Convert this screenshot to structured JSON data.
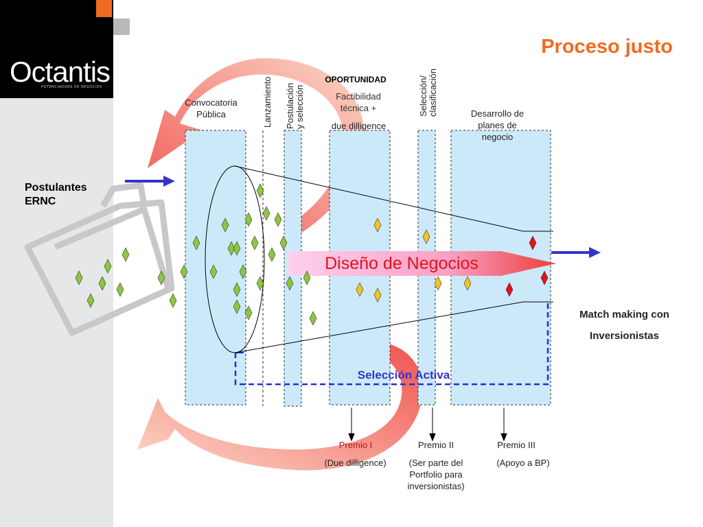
{
  "title": "Proceso justo",
  "logo": {
    "text": "Octantis",
    "subtitle": "POTENCIADORA DE NEGOCIOS"
  },
  "stages": {
    "convocatoria": "Convocatoria Pública",
    "lanzamiento": "Lanzamiento",
    "postulacion": "Postulación y selección",
    "oportunidad": "OPORTUNIDAD",
    "factibilidad": "Factibilidad técnica +",
    "due_diligence": "due dilligence",
    "seleccion_clasificacion": "Selección/ clasificación",
    "desarrollo": "Desarrollo de planes de negocio"
  },
  "postulantes": "Postulantes ERNC",
  "diseno": "Diseño de Negocios",
  "seleccion_activa": "Selección Activa",
  "match_making": "Match making con",
  "inversionistas": "Inversionistas",
  "premios": [
    {
      "title": "Premio I",
      "desc": "(Due dilligence)"
    },
    {
      "title": "Premio II",
      "desc": "(Ser parte del Portfolio para inversionistas)"
    },
    {
      "title": "Premio III",
      "desc": "(Apoyo a BP)"
    }
  ],
  "colors": {
    "accent": "#f26a21",
    "panel": "#cce9fa",
    "green_diamond": "#8dc63f",
    "yellow_diamond": "#f7c41f",
    "red_diamond": "#e3111b",
    "blue": "#3333cc",
    "diseno_text": "#e3111b"
  }
}
